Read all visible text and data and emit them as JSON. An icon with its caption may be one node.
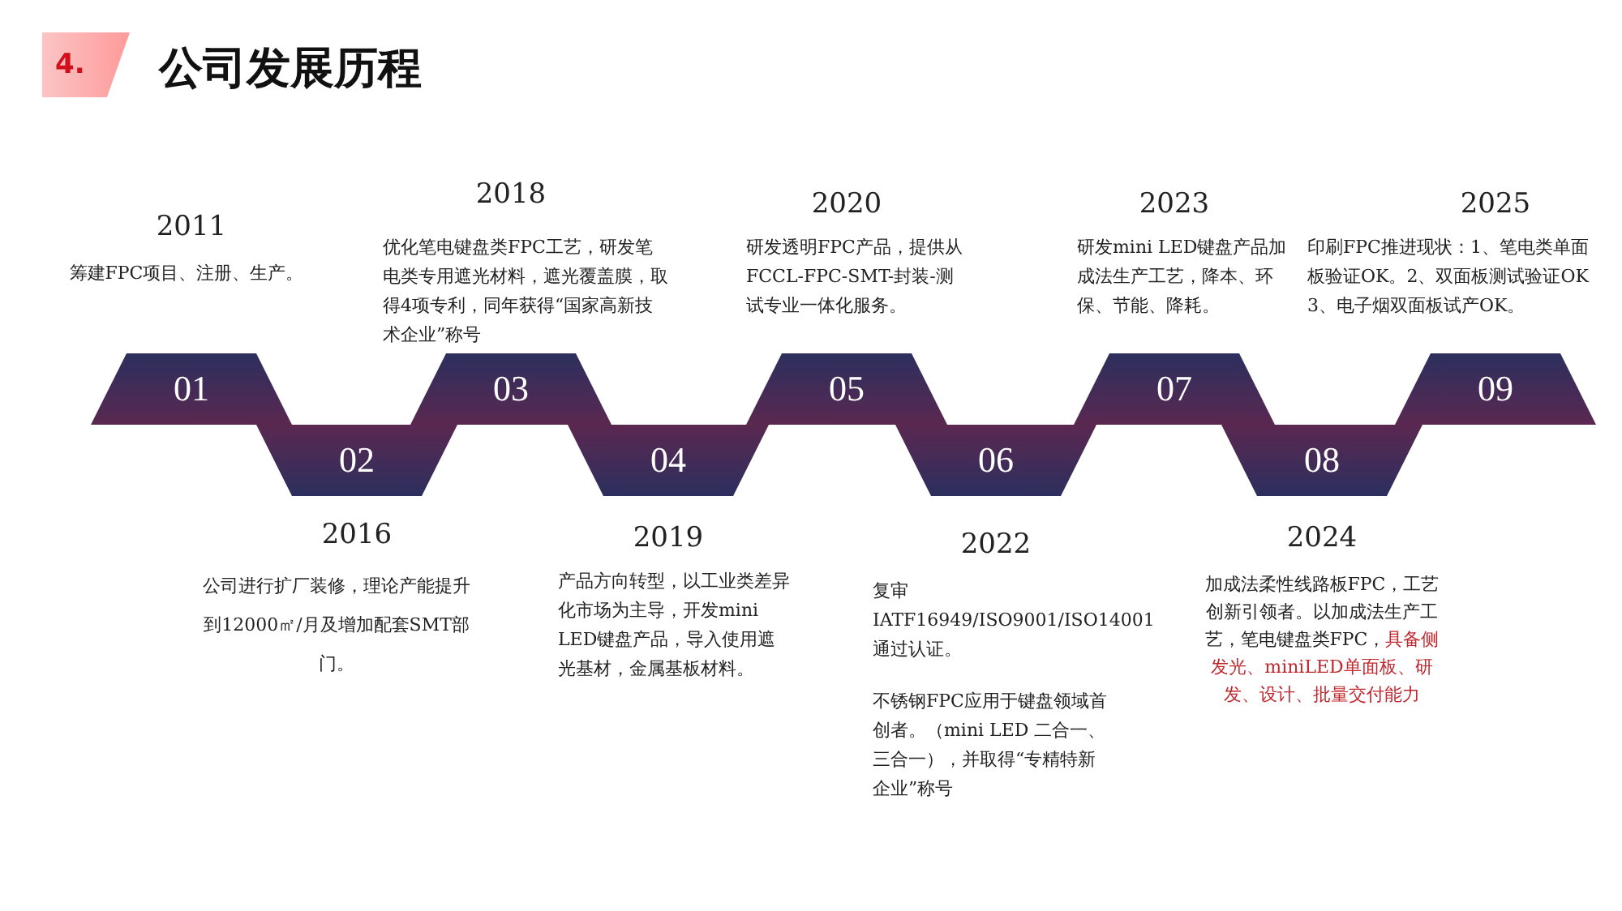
{
  "diagram": {
    "title": "公司发展历程",
    "nodes": [
      {
        "text": [
          "01"
        ],
        "beside": [
          "2011",
          "筹建FPC项目、注册、生产。"
        ]
      },
      {
        "text": [
          "02"
        ],
        "beside": [
          "2016",
          "公司进行扩厂装修，理论产能提升到12000㎡/月及增加配套SMT部门。"
        ]
      },
      {
        "text": [
          "03"
        ],
        "beside": [
          "2018",
          "优化笔电键盘类FPC工艺，研发笔电类专用遮光材料，遮光覆盖膜，取得4项专利，同年获得“国家高新技术企业”称号"
        ]
      },
      {
        "text": [
          "04"
        ],
        "beside": [
          "2019",
          "产品方向转型，以工业类差异化市场为主导，开发mini LED键盘产品，导入使用遮光基材，金属基板材料。"
        ]
      },
      {
        "text": [
          "05"
        ],
        "beside": [
          "2020",
          "研发透明FPC产品，提供从FCCL-FPC-SMT-封装-测试专业一体化服务。"
        ]
      },
      {
        "text": [
          "06"
        ],
        "beside": [
          "2022",
          "复审IATF16949/ISO9001/ISO14001通过认证。",
          "不锈钢FPC应用于键盘领域首创者。（mini LED 二合一、三合一），并取得“专精特新企业”称号"
        ]
      },
      {
        "text": [
          "07"
        ],
        "beside": [
          "2023",
          "研发mini LED键盘产品加成法生产工艺，降本、环保、节能、降耗。"
        ]
      },
      {
        "text": [
          "08"
        ],
        "beside": [
          "2024",
          "加成法柔性线路板FPC，工艺创新引领者。以加成法生产工艺，笔电键盘类FPC，",
          "具备侧发光、miniLED单面板、研发、设计、批量交付能力"
        ]
      },
      {
        "text": [
          "09"
        ],
        "beside": [
          "2025",
          "印刷FPC推进现状：1、笔电类单面板验证OK。2、双面板测试验证OK 3、电子烟双面板试产OK。"
        ]
      }
    ],
    "labels": [
      "4."
    ]
  }
}
